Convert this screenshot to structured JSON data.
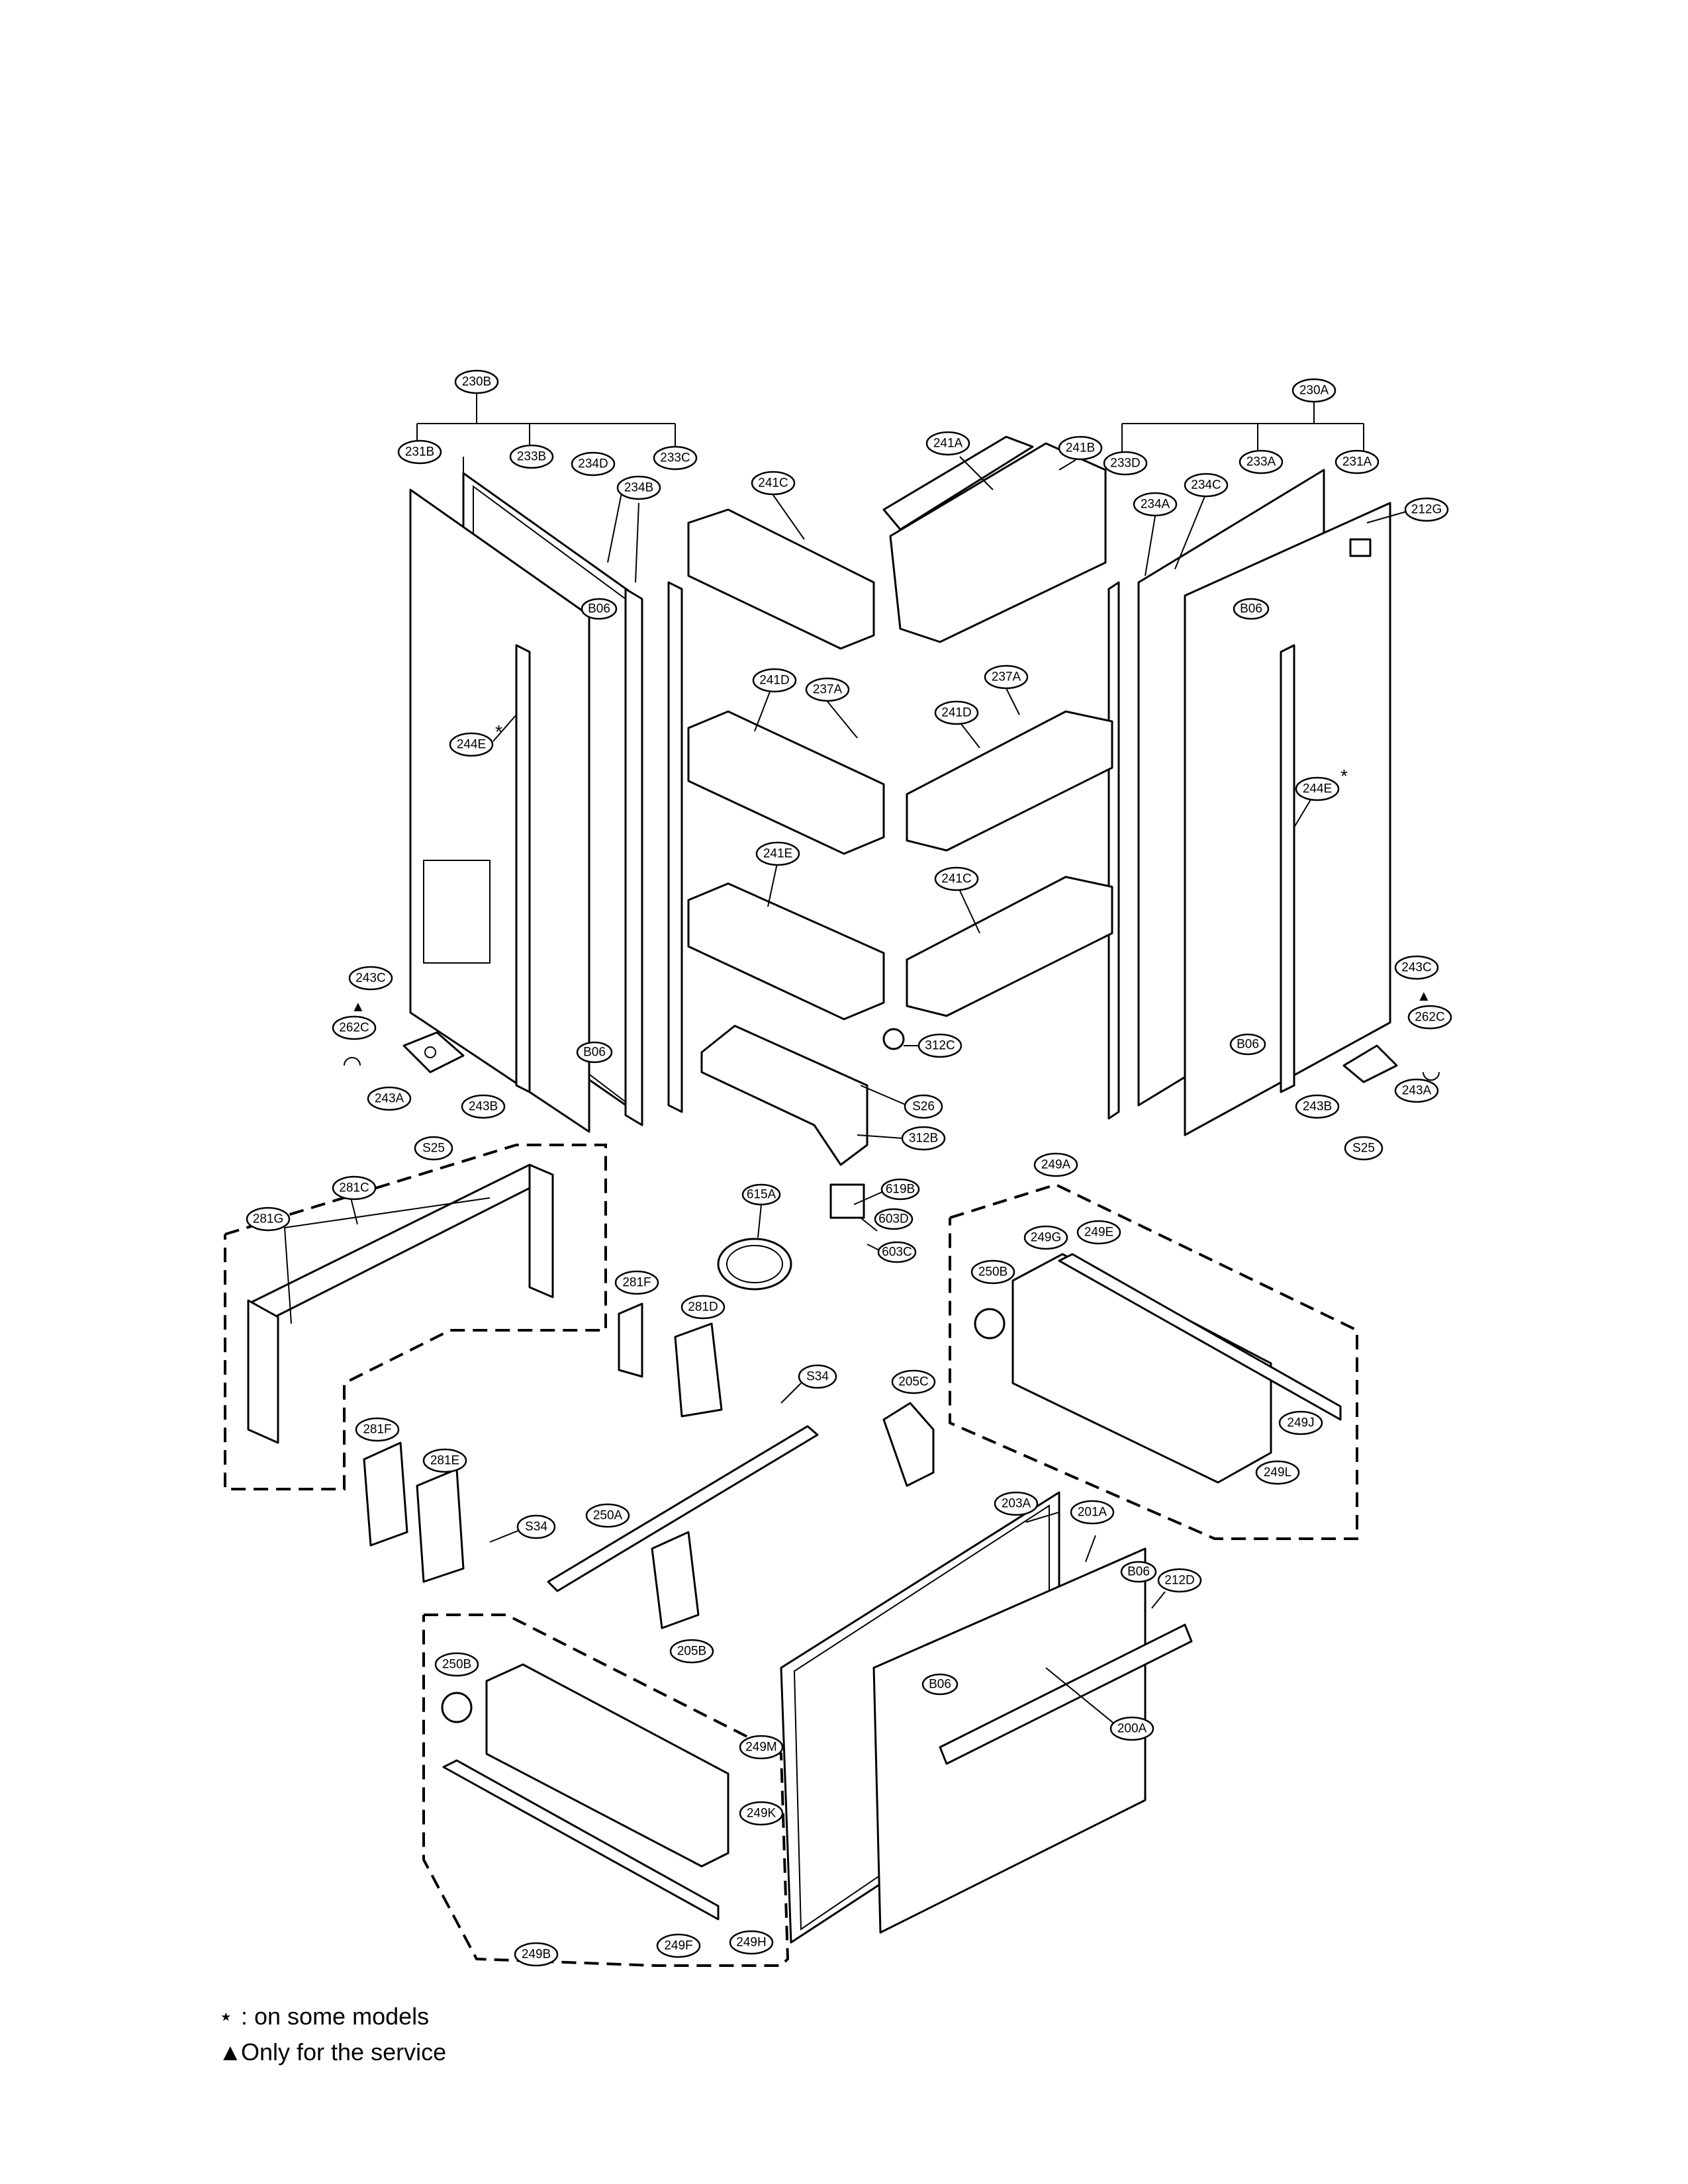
{
  "labels": {
    "230B": "230B",
    "231B": "231B",
    "233B": "233B",
    "234D": "234D",
    "234B": "234B",
    "233C": "233C",
    "241C_top": "241C",
    "241A": "241A",
    "241B": "241B",
    "230A": "230A",
    "233D": "233D",
    "233A": "233A",
    "231A": "231A",
    "234A": "234A",
    "234C": "234C",
    "212G": "212G",
    "B06_ul": "B06",
    "B06_ur": "B06",
    "B06_ll": "B06",
    "B06_lr": "B06",
    "241D_l": "241D",
    "237A_l": "237A",
    "237A_r": "237A",
    "241D_r": "241D",
    "244E_l": "244E",
    "244E_r": "244E",
    "241E": "241E",
    "241C_mid": "241C",
    "243C_l": "243C",
    "262C_l": "262C",
    "243A_l": "243A",
    "243B_l": "243B",
    "S25_l": "S25",
    "243C_r": "243C",
    "262C_r": "262C",
    "243A_r": "243A",
    "243B_r": "243B",
    "S25_r": "S25",
    "312C": "312C",
    "S26": "S26",
    "312B": "312B",
    "281C": "281C",
    "281G": "281G",
    "615A": "615A",
    "619B": "619B",
    "603D": "603D",
    "603C": "603C",
    "249A": "249A",
    "249G": "249G",
    "249E": "249E",
    "250B_r": "250B",
    "249J": "249J",
    "249L": "249L",
    "281F_a": "281F",
    "281D": "281D",
    "S34_a": "S34",
    "205C": "205C",
    "281F_b": "281F",
    "281E": "281E",
    "S34_b": "S34",
    "250A": "250A",
    "205B": "205B",
    "203A": "203A",
    "201A": "201A",
    "B06_d1": "B06",
    "212D": "212D",
    "B06_d2": "B06",
    "200A": "200A",
    "250B_l": "250B",
    "249M": "249M",
    "249K": "249K",
    "249B": "249B",
    "249F": "249F",
    "249H": "249H"
  },
  "markers": {
    "asterisk": "*",
    "triangle": "▲"
  },
  "legend": {
    "star_symbol": "⋆",
    "star_text": ": on some models",
    "triangle_symbol": "▲",
    "triangle_text": "Only for the service"
  }
}
